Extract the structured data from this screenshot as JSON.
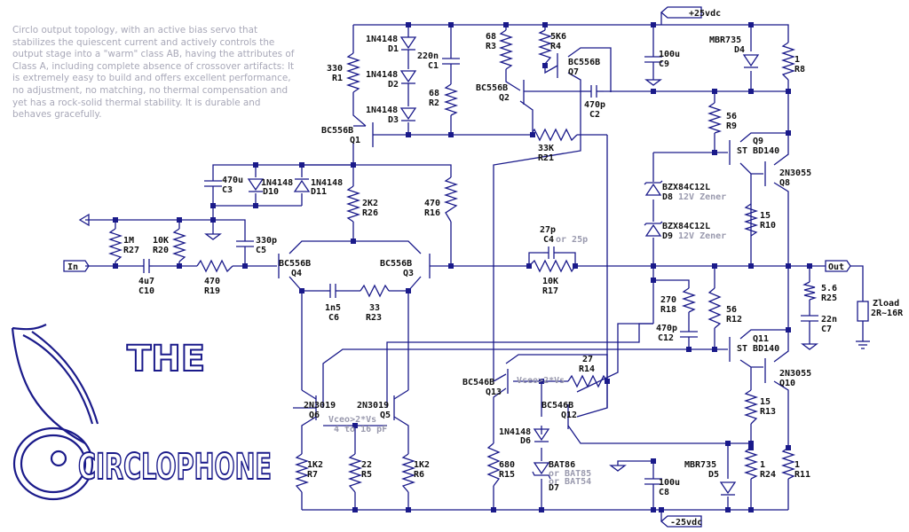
{
  "description": "Circlo output topology, with an active bias servo that stabilizes the quiescent current and actively controls the output stage into a \"warm\" class AB, having the attributes of Class A, including complete absence of crossover artifacts: It is extremely easy to build and offers excellent performance, no adjustment, no matching, no thermal compensation and yet has a rock-solid thermal stability. It is durable and behaves gracefully.",
  "rails": {
    "positive": "+25vdc",
    "negative": "-25vdc"
  },
  "ports": {
    "input": "In",
    "output": "Out"
  },
  "logo": {
    "line1": "THE",
    "line2": "CIRCLOPHONE"
  },
  "components": [
    {
      "id": "d1",
      "part": "1N4148",
      "ref": "D1"
    },
    {
      "id": "d2",
      "part": "1N4148",
      "ref": "D2"
    },
    {
      "id": "d3",
      "part": "1N4148",
      "ref": "D3"
    },
    {
      "id": "r1",
      "part": "330",
      "ref": "R1"
    },
    {
      "id": "q1",
      "part": "BC556B",
      "ref": "Q1"
    },
    {
      "id": "c1",
      "part": "220n",
      "ref": "C1"
    },
    {
      "id": "r2",
      "part": "68",
      "ref": "R2"
    },
    {
      "id": "r3",
      "part": "68",
      "ref": "R3"
    },
    {
      "id": "q2",
      "part": "BC556B",
      "ref": "Q2"
    },
    {
      "id": "r4",
      "part": "5K6",
      "ref": "R4"
    },
    {
      "id": "q7",
      "part": "BC556B",
      "ref": "Q7"
    },
    {
      "id": "c2",
      "part": "470p",
      "ref": "C2"
    },
    {
      "id": "c9",
      "part": "100u",
      "ref": "C9"
    },
    {
      "id": "d4",
      "part": "MBR735",
      "ref": "D4"
    },
    {
      "id": "r8",
      "part": "1",
      "ref": "R8"
    },
    {
      "id": "r21",
      "part": "33K",
      "ref": "R21"
    },
    {
      "id": "r9",
      "part": "56",
      "ref": "R9"
    },
    {
      "id": "q9",
      "part": "ST BD140",
      "ref": "Q9"
    },
    {
      "id": "q8",
      "part": "2N3055",
      "ref": "Q8"
    },
    {
      "id": "c3",
      "part": "470u",
      "ref": "C3"
    },
    {
      "id": "d10",
      "part": "1N4148",
      "ref": "D10"
    },
    {
      "id": "d11",
      "part": "1N4148",
      "ref": "D11"
    },
    {
      "id": "r26",
      "part": "2K2",
      "ref": "R26"
    },
    {
      "id": "r16",
      "part": "470",
      "ref": "R16"
    },
    {
      "id": "d8",
      "part": "BZX84C12L",
      "ref": "D8",
      "note": "12V Zener"
    },
    {
      "id": "d9",
      "part": "BZX84C12L",
      "ref": "D9",
      "note": "12V Zener"
    },
    {
      "id": "r10",
      "part": "15",
      "ref": "R10"
    },
    {
      "id": "r27",
      "part": "1M",
      "ref": "R27"
    },
    {
      "id": "r20",
      "part": "10K",
      "ref": "R20"
    },
    {
      "id": "c5",
      "part": "330p",
      "ref": "C5"
    },
    {
      "id": "c4",
      "part": "27p",
      "ref": "C4",
      "note": "or 25p"
    },
    {
      "id": "c10",
      "part": "4u7",
      "ref": "C10"
    },
    {
      "id": "r19",
      "part": "470",
      "ref": "R19"
    },
    {
      "id": "q4",
      "part": "BC556B",
      "ref": "Q4"
    },
    {
      "id": "q3",
      "part": "BC556B",
      "ref": "Q3"
    },
    {
      "id": "r17",
      "part": "10K",
      "ref": "R17"
    },
    {
      "id": "r25",
      "part": "5.6",
      "ref": "R25"
    },
    {
      "id": "c7",
      "part": "22n",
      "ref": "C7"
    },
    {
      "id": "zload",
      "part": "Zload",
      "ref": "2R~16R"
    },
    {
      "id": "c6",
      "part": "1n5",
      "ref": "C6"
    },
    {
      "id": "r23",
      "part": "33",
      "ref": "R23"
    },
    {
      "id": "r18",
      "part": "270",
      "ref": "R18"
    },
    {
      "id": "c12",
      "part": "470p",
      "ref": "C12"
    },
    {
      "id": "r12",
      "part": "56",
      "ref": "R12"
    },
    {
      "id": "q11",
      "part": "ST BD140",
      "ref": "Q11"
    },
    {
      "id": "r14",
      "part": "27",
      "ref": "R14"
    },
    {
      "id": "q13",
      "part": "BC546B",
      "ref": "Q13"
    },
    {
      "id": "q12",
      "part": "BC546B",
      "ref": "Q12"
    },
    {
      "id": "q10",
      "part": "2N3055",
      "ref": "Q10"
    },
    {
      "id": "q6",
      "part": "2N3019",
      "ref": "Q6"
    },
    {
      "id": "q5",
      "part": "2N3019",
      "ref": "Q5"
    },
    {
      "id": "r13",
      "part": "15",
      "ref": "R13"
    },
    {
      "id": "d6",
      "part": "1N4148",
      "ref": "D6"
    },
    {
      "id": "r7",
      "part": "1K2",
      "ref": "R7"
    },
    {
      "id": "r5",
      "part": "22",
      "ref": "R5"
    },
    {
      "id": "r6",
      "part": "1K2",
      "ref": "R6"
    },
    {
      "id": "r15",
      "part": "680",
      "ref": "R15"
    },
    {
      "id": "d7",
      "part": "BAT86",
      "ref": "D7",
      "note": "or BAT85\nor BAT54"
    },
    {
      "id": "c8",
      "part": "100u",
      "ref": "C8"
    },
    {
      "id": "d5",
      "part": "MBR735",
      "ref": "D5"
    },
    {
      "id": "r24",
      "part": "1",
      "ref": "R24"
    },
    {
      "id": "r11",
      "part": "1",
      "ref": "R11"
    }
  ],
  "notes": {
    "q13": "Vceo>2*Vs",
    "q5q6": "Vceo>2*Vs",
    "q5q6b": "4 to 16 pF"
  }
}
